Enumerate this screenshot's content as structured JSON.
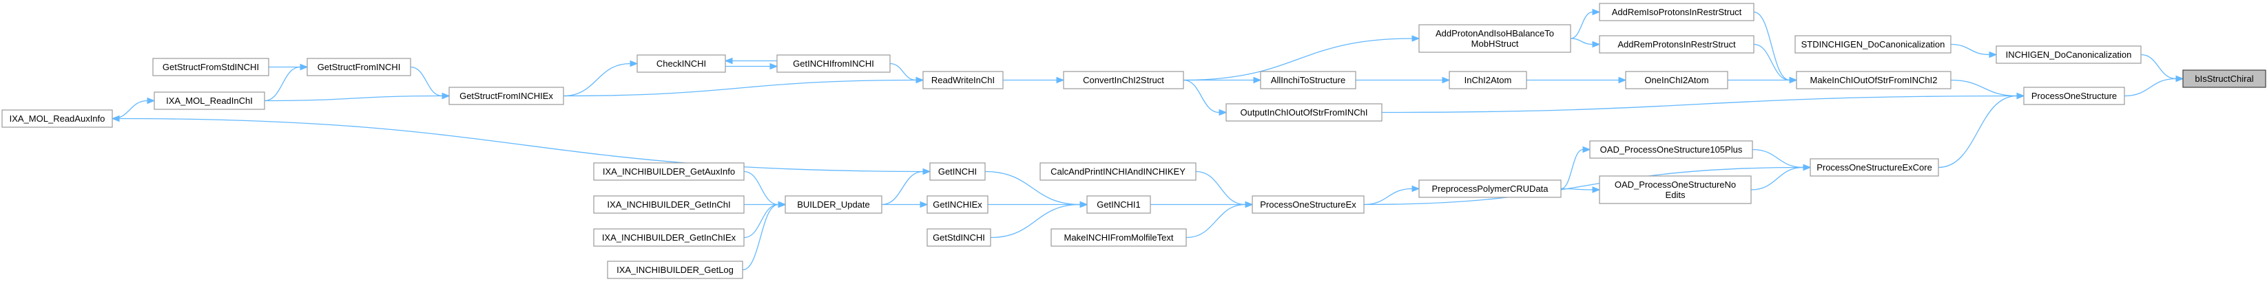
{
  "graph": {
    "nodes": [
      {
        "id": "n_target",
        "label": "bIsStructChiral",
        "highlight": true
      },
      {
        "id": "n_inchigen",
        "label": "INCHIGEN_DoCanonicalization"
      },
      {
        "id": "n_stdinchigen",
        "label": "STDINCHIGEN_DoCanonicalization"
      },
      {
        "id": "n_pos",
        "label": "ProcessOneStructure"
      },
      {
        "id": "n_makeinchi",
        "label": "MakeInChIOutOfStrFromINChI2"
      },
      {
        "id": "n_addremiso",
        "label": "AddRemIsoProtonsInRestrStruct"
      },
      {
        "id": "n_addrem",
        "label": "AddRemProtonsInRestrStruct"
      },
      {
        "id": "n_addproton",
        "label": [
          "AddProtonAndIsoHBalanceTo",
          "MobHStruct"
        ]
      },
      {
        "id": "n_convert",
        "label": "ConvertInChI2Struct"
      },
      {
        "id": "n_readwrite",
        "label": "ReadWriteInChI"
      },
      {
        "id": "n_getinchifrom",
        "label": "GetINCHIfromINCHI"
      },
      {
        "id": "n_checkinchi",
        "label": "CheckINCHI"
      },
      {
        "id": "n_getstructex",
        "label": "GetStructFromINCHIEx"
      },
      {
        "id": "n_getstruct",
        "label": "GetStructFromINCHI"
      },
      {
        "id": "n_getstructstd",
        "label": "GetStructFromStdINCHI"
      },
      {
        "id": "n_molread",
        "label": "IXA_MOL_ReadInChI"
      },
      {
        "id": "n_molaux",
        "label": "IXA_MOL_ReadAuxInfo"
      },
      {
        "id": "n_allinchi",
        "label": "AllInchiToStructure"
      },
      {
        "id": "n_inchi2atom",
        "label": "InChI2Atom"
      },
      {
        "id": "n_oneinchi",
        "label": "OneInChI2Atom"
      },
      {
        "id": "n_output",
        "label": "OutputInChIOutOfStrFromINChI"
      },
      {
        "id": "n_posex",
        "label": "ProcessOneStructureExCore"
      },
      {
        "id": "n_oad105",
        "label": "OAD_ProcessOneStructure105Plus"
      },
      {
        "id": "n_oadnoedits",
        "label": [
          "OAD_ProcessOneStructureNo",
          "Edits"
        ]
      },
      {
        "id": "n_preprocess",
        "label": "PreprocessPolymerCRUData"
      },
      {
        "id": "n_posexplain",
        "label": "ProcessOneStructureEx"
      },
      {
        "id": "n_calcprint",
        "label": "CalcAndPrintINCHIAndINCHIKEY"
      },
      {
        "id": "n_getinchi1",
        "label": "GetINCHI1"
      },
      {
        "id": "n_makefrommol",
        "label": "MakeINCHIFromMolfileText"
      },
      {
        "id": "n_getinchi",
        "label": "GetINCHI"
      },
      {
        "id": "n_getinchiex",
        "label": "GetINCHIEx"
      },
      {
        "id": "n_getstdinchi",
        "label": "GetStdINCHI"
      },
      {
        "id": "n_builder",
        "label": "BUILDER_Update"
      },
      {
        "id": "n_getauxinfo",
        "label": "IXA_INCHIBUILDER_GetAuxInfo"
      },
      {
        "id": "n_getinchib",
        "label": "IXA_INCHIBUILDER_GetInChI"
      },
      {
        "id": "n_getinchiexb",
        "label": "IXA_INCHIBUILDER_GetInChIEx"
      },
      {
        "id": "n_getlog",
        "label": "IXA_INCHIBUILDER_GetLog"
      }
    ],
    "edges": [
      [
        "n_inchigen",
        "n_target"
      ],
      [
        "n_pos",
        "n_target"
      ],
      [
        "n_stdinchigen",
        "n_inchigen"
      ],
      [
        "n_makeinchi",
        "n_pos"
      ],
      [
        "n_output",
        "n_pos"
      ],
      [
        "n_posex",
        "n_pos"
      ],
      [
        "n_addremiso",
        "n_makeinchi"
      ],
      [
        "n_addrem",
        "n_makeinchi"
      ],
      [
        "n_oneinchi",
        "n_makeinchi"
      ],
      [
        "n_addproton",
        "n_addremiso"
      ],
      [
        "n_addproton",
        "n_addrem"
      ],
      [
        "n_convert",
        "n_addproton"
      ],
      [
        "n_inchi2atom",
        "n_oneinchi"
      ],
      [
        "n_allinchi",
        "n_inchi2atom"
      ],
      [
        "n_convert",
        "n_allinchi"
      ],
      [
        "n_convert",
        "n_output"
      ],
      [
        "n_readwrite",
        "n_convert"
      ],
      [
        "n_getinchifrom",
        "n_readwrite"
      ],
      [
        "n_getstructex",
        "n_readwrite"
      ],
      [
        "n_checkinchi",
        "n_getinchifrom"
      ],
      [
        "n_getinchifrom",
        "n_checkinchi"
      ],
      [
        "n_getstructex",
        "n_checkinchi"
      ],
      [
        "n_getstruct",
        "n_getstructex"
      ],
      [
        "n_molread",
        "n_getstructex"
      ],
      [
        "n_getstructstd",
        "n_getstruct"
      ],
      [
        "n_molread",
        "n_getstruct"
      ],
      [
        "n_molaux",
        "n_molread"
      ],
      [
        "n_getinchi",
        "n_molaux"
      ],
      [
        "n_oad105",
        "n_posex"
      ],
      [
        "n_oadnoedits",
        "n_posex"
      ],
      [
        "n_posexplain",
        "n_posex"
      ],
      [
        "n_preprocess",
        "n_oad105"
      ],
      [
        "n_preprocess",
        "n_oadnoedits"
      ],
      [
        "n_posexplain",
        "n_preprocess"
      ],
      [
        "n_calcprint",
        "n_posexplain"
      ],
      [
        "n_getinchi1",
        "n_posexplain"
      ],
      [
        "n_makefrommol",
        "n_posexplain"
      ],
      [
        "n_getinchi",
        "n_getinchi1"
      ],
      [
        "n_getinchiex",
        "n_getinchi1"
      ],
      [
        "n_getstdinchi",
        "n_getinchi1"
      ],
      [
        "n_builder",
        "n_getinchi"
      ],
      [
        "n_builder",
        "n_getinchiex"
      ],
      [
        "n_getauxinfo",
        "n_builder"
      ],
      [
        "n_getinchib",
        "n_builder"
      ],
      [
        "n_getinchiexb",
        "n_builder"
      ],
      [
        "n_getlog",
        "n_builder"
      ]
    ]
  }
}
